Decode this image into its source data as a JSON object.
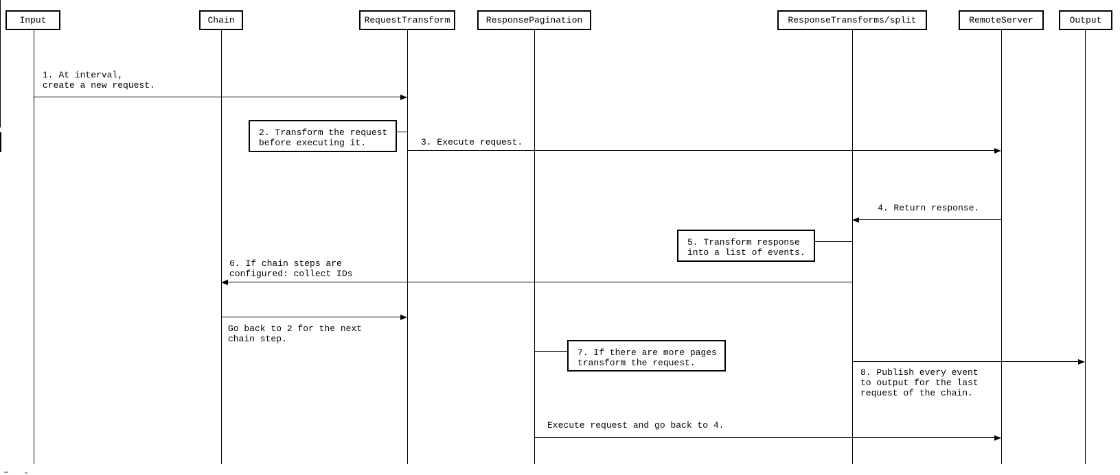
{
  "diagram": {
    "type": "sequence-diagram",
    "actors": [
      {
        "label": "Input"
      },
      {
        "label": "Chain"
      },
      {
        "label": "RequestTransform"
      },
      {
        "label": "ResponsePagination"
      },
      {
        "label": "ResponseTransforms/split"
      },
      {
        "label": "RemoteServer"
      },
      {
        "label": "Output"
      }
    ],
    "messages": {
      "m1": "1. At interval,\ncreate a new request.",
      "m3": "3. Execute request.",
      "m4": "4. Return response.",
      "m6": "6. If chain steps are\nconfigured: collect IDs",
      "m7": "Go back to 2 for the next\nchain step.",
      "m8": "8. Publish every event\nto output for the last\nrequest of the chain.",
      "m9": "Execute request and go back to 4."
    },
    "notes": {
      "n2": "2. Transform the request\nbefore executing it.",
      "n5": "5. Transform response\ninto a list of events.",
      "n7": "7. If there are more pages\ntransform the request."
    },
    "colors": {
      "line": "#000000",
      "text": "#000000",
      "background": "#ffffff"
    }
  }
}
